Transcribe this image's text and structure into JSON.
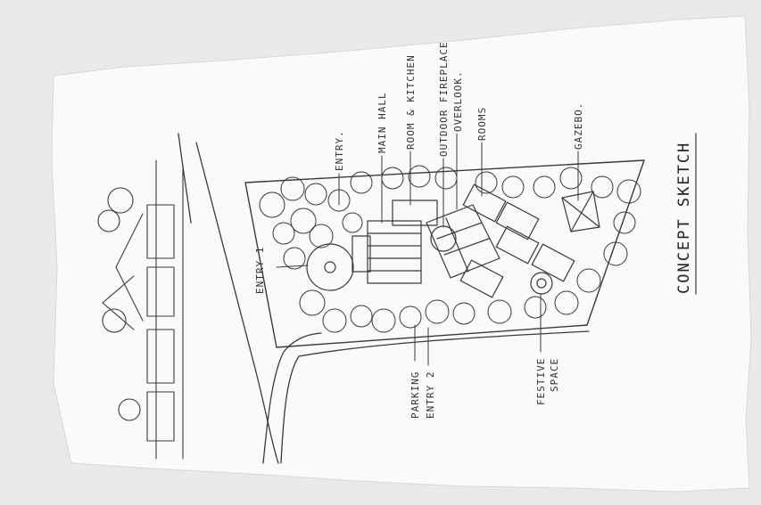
{
  "labels": {
    "entry_1": "ENTRY 1",
    "entry": "ENTRY.",
    "main_hall": "MAIN HALL",
    "room_kitchen": "ROOM & KITCHEN",
    "outdoor_fireplace": "OUTDOOR FIREPLACE",
    "overlook": "OVERLOOK.",
    "rooms": "ROOMS",
    "gazebo": "GAZEBO.",
    "parking": "PARKING",
    "entry_2": "ENTRY 2",
    "festive_space_1": "FESTIVE",
    "festive_space_2": "SPACE",
    "title": "CONCEPT SKETCH"
  },
  "colors": {
    "paper": "#fafafa",
    "ink": "#3a3a3a",
    "background": "#e9e9e9"
  }
}
